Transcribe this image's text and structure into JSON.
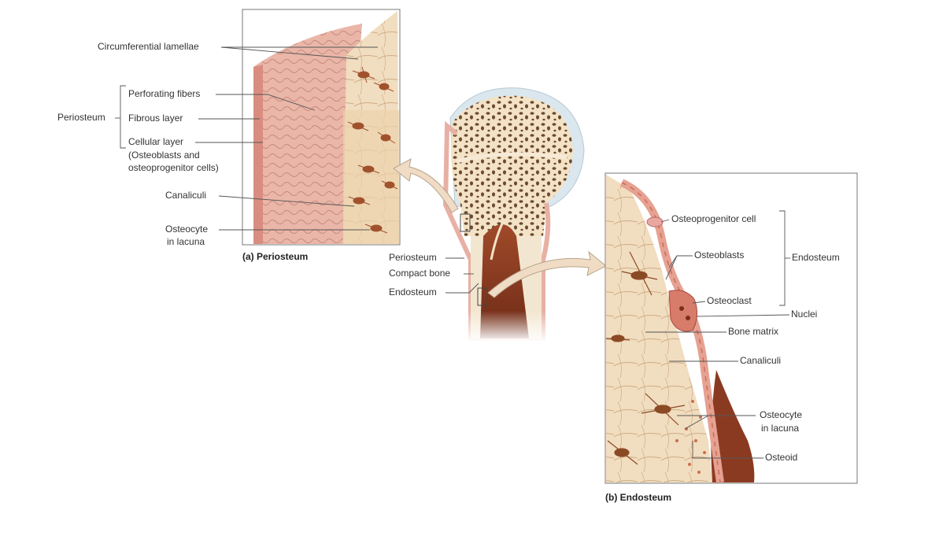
{
  "periosteum_panel": {
    "caption": "(a) Periosteum",
    "labels": {
      "circumferential_lamellae": "Circumferential lamellae",
      "perforating_fibers": "Perforating fibers",
      "periosteum": "Periosteum",
      "fibrous_layer": "Fibrous layer",
      "cellular_layer": "Cellular layer",
      "cellular_layer_note_1": "(Osteoblasts and",
      "cellular_layer_note_2": "osteoprogenitor cells)",
      "canaliculi": "Canaliculi",
      "osteocyte_1": "Osteocyte",
      "osteocyte_2": "in lacuna"
    }
  },
  "bone_labels": {
    "periosteum": "Periosteum",
    "compact_bone": "Compact bone",
    "endosteum": "Endosteum"
  },
  "endosteum_panel": {
    "caption": "(b) Endosteum",
    "labels": {
      "osteoprogenitor_cell": "Osteoprogenitor cell",
      "osteoblasts": "Osteoblasts",
      "endosteum": "Endosteum",
      "osteoclast": "Osteoclast",
      "nuclei": "Nuclei",
      "bone_matrix": "Bone matrix",
      "canaliculi": "Canaliculi",
      "osteocyte_1": "Osteocyte",
      "osteocyte_2": "in lacuna",
      "osteoid": "Osteoid"
    }
  },
  "colors": {
    "periosteum_tissue": "#e8b0a4",
    "bone_matrix": "#f2dfc2",
    "osteocyte": "#a0522d",
    "marrow": "#8b3a22",
    "cartilage": "#dbe7ee",
    "leader_line": "#555555"
  }
}
